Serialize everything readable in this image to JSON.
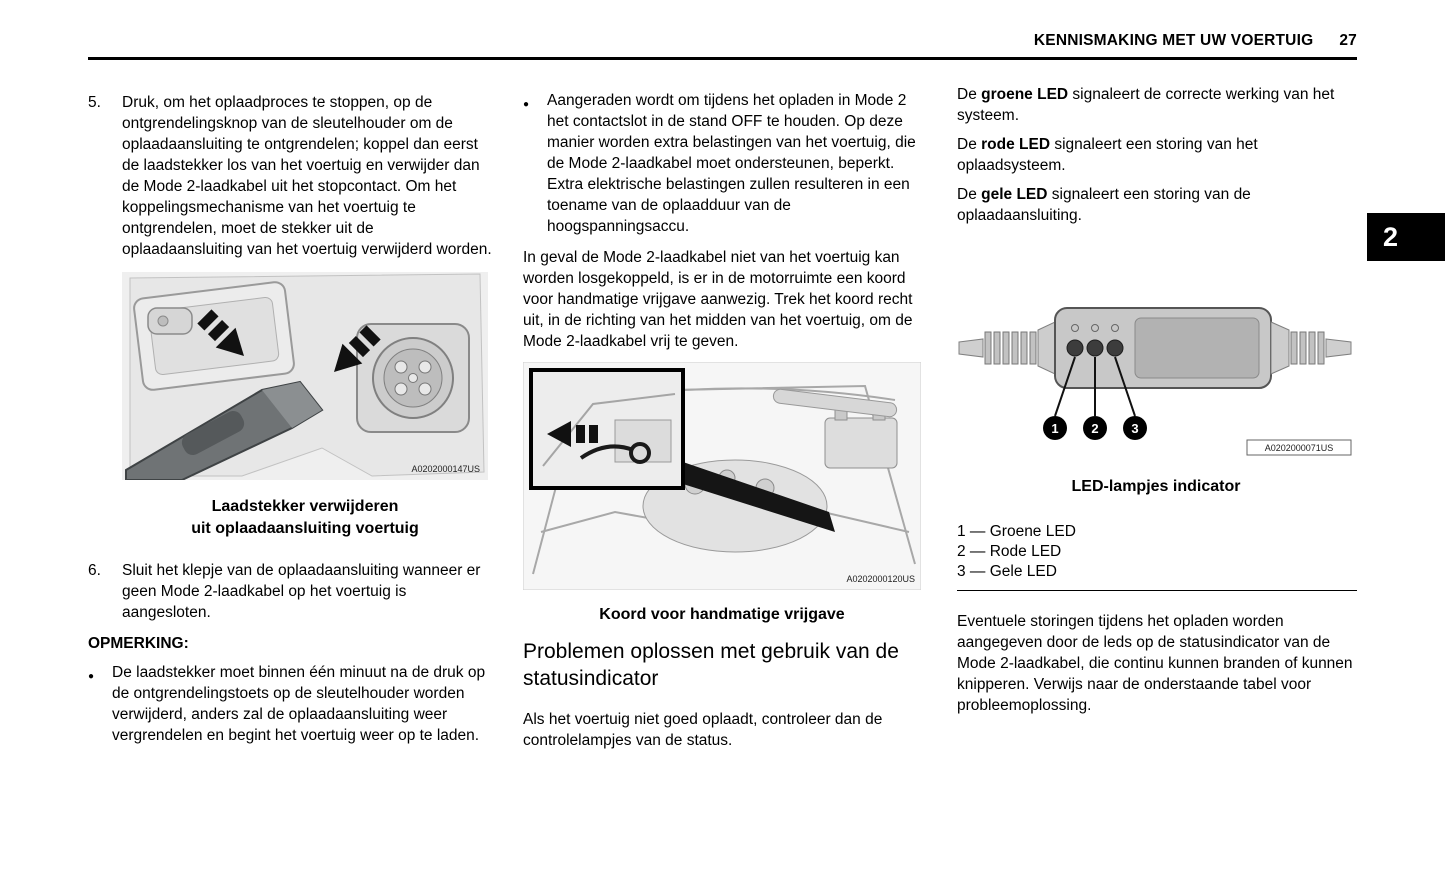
{
  "page": {
    "header": {
      "title": "KENNISMAKING MET UW VOERTUIG",
      "page_number": "27"
    },
    "chapter_tab": "2"
  },
  "col1": {
    "item5": {
      "number": "5.",
      "text": "Druk, om het oplaadproces te stoppen, op de ontgrendelingsknop van de sleutelhouder om de oplaadaansluiting te ontgrendelen; koppel dan eerst de laadstekker los van het voertuig en verwijder dan de Mode 2-laadkabel uit het stopcontact. Om het koppelingsmechanisme van het voertuig te ontgrendelen, moet de stekker uit de oplaadaansluiting van het voertuig verwijderd worden."
    },
    "figure1": {
      "label": "A0202000147US",
      "caption_line1": "Laadstekker verwijderen",
      "caption_line2": "uit oplaadaansluiting voertuig"
    },
    "item6": {
      "number": "6.",
      "text": "Sluit het klepje van de oplaadaansluiting wanneer er geen Mode 2-laadkabel op het voertuig is aangesloten."
    },
    "note_heading": "OPMERKING:",
    "note_bullet": "De laadstekker moet binnen één minuut na de druk op de ontgrendelingstoets op de sleutelhouder worden verwijderd, anders zal de oplaadaansluiting weer vergrendelen en begint het voertuig weer op te laden."
  },
  "col2": {
    "bullet1": "Aangeraden wordt om tijdens het opladen in Mode 2 het contactslot in de stand OFF te houden. Op deze manier worden extra belastingen van het voertuig, die de Mode 2-laadkabel moet ondersteunen, beperkt. Extra elektrische belastingen zullen resulteren in een toename van de oplaadduur van de hoogspanningsaccu.",
    "para1": "In geval de Mode 2-laadkabel niet van het voertuig kan worden losgekoppeld, is er in de motorruimte een koord voor handmatige vrijgave aanwezig. Trek het koord recht uit, in de richting van het midden van het voertuig, om de Mode 2-laadkabel vrij te geven.",
    "figure2": {
      "label": "A0202000120US",
      "caption": "Koord voor handmatige vrijgave"
    },
    "section_heading": "Problemen oplossen met gebruik van de statusindicator",
    "para2": "Als het voertuig niet goed oplaadt, controleer dan de controlelampjes van de status."
  },
  "col3": {
    "led_paras": [
      {
        "prefix": "De ",
        "term": "groene LED",
        "suffix": " signaleert de correcte werking van het systeem."
      },
      {
        "prefix": "De ",
        "term": "rode LED",
        "suffix": " signaleert een storing van het oplaadsysteem."
      },
      {
        "prefix": "De ",
        "term": "gele LED",
        "suffix": " signaleert een storing van de oplaadaansluiting."
      }
    ],
    "figure3": {
      "label": "A0202000071US",
      "caption": "LED-lampjes indicator"
    },
    "callouts": [
      "1",
      "2",
      "3"
    ],
    "led_legend": [
      "1 — Groene LED",
      "2 — Rode LED",
      "3 — Gele LED"
    ],
    "para_final": "Eventuele storingen tijdens het opladen worden aangegeven door de leds op de statusindicator van de Mode 2-laadkabel, die continu kunnen branden of kunnen knipperen. Verwijs naar de onderstaande tabel voor probleemoplossing."
  }
}
